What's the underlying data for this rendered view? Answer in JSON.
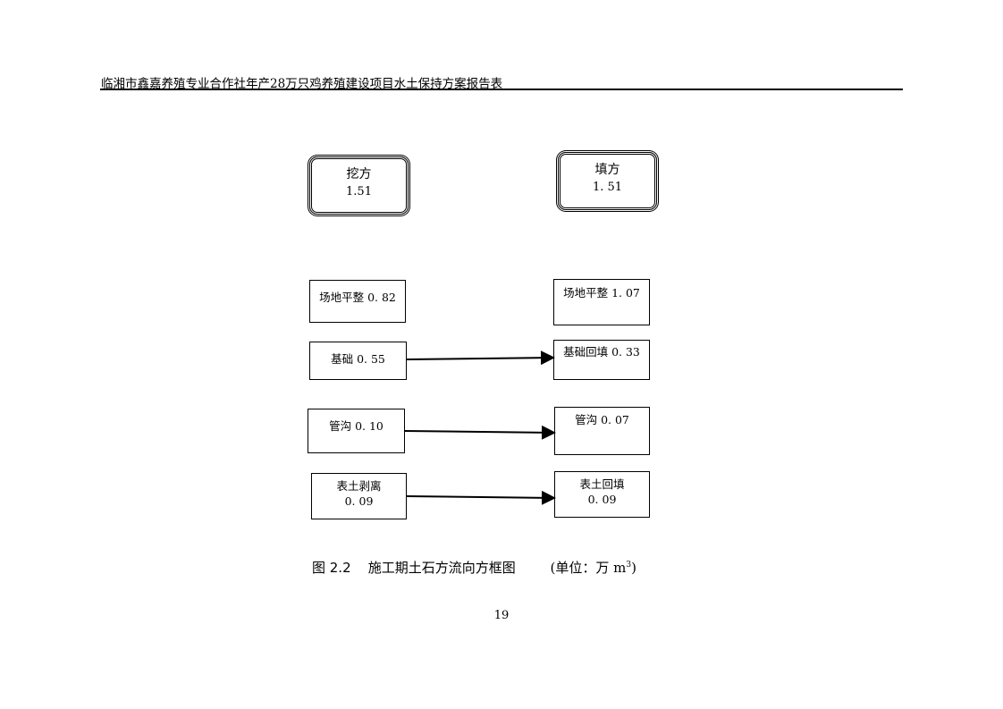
{
  "header": {
    "title": "临湘市鑫嘉养殖专业合作社年产28万只鸡养殖建设项目水土保持方案报告表"
  },
  "diagram": {
    "excavation": {
      "label": "挖方",
      "value": "1.51"
    },
    "fill": {
      "label": "填方",
      "value": "1. 51"
    },
    "left": [
      {
        "label": "场地平整 0. 82"
      },
      {
        "label": "基础 0. 55"
      },
      {
        "label": "管沟 0. 10"
      },
      {
        "label": "表土剥离",
        "value": "0. 09"
      }
    ],
    "right": [
      {
        "label": "场地平整 1. 07"
      },
      {
        "label": "基础回填 0. 33"
      },
      {
        "label": "管沟 0. 07"
      },
      {
        "label": "表土回填",
        "value": "0. 09"
      }
    ]
  },
  "caption": {
    "figure": "图 2.2",
    "title": "施工期土石方流向方框图",
    "unit_prefix": "(单位：万 m",
    "unit_sup": "3",
    "unit_suffix": ")"
  },
  "page_number": "19"
}
